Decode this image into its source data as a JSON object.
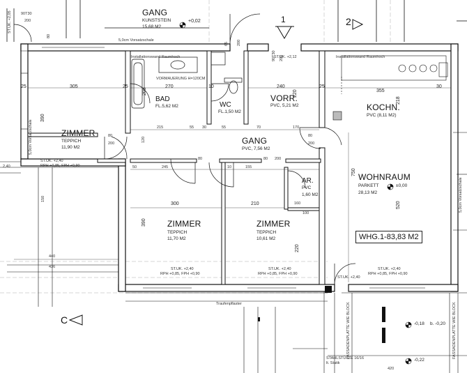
{
  "rooms": {
    "gang_top": {
      "name": "GANG",
      "material": "KUNSTSTEIN",
      "area": "15,68 M2"
    },
    "bad": {
      "name": "BAD",
      "area": "FL.5,62 M2"
    },
    "wc": {
      "name": "WC",
      "area": "FL.1,50 M2"
    },
    "vorr": {
      "name": "VORR.",
      "area": "PVC, 5,21 M2"
    },
    "koch": {
      "name": "KOCHN.",
      "area": "PVC (8,11 M2)"
    },
    "zimmer_left": {
      "name": "ZIMMER",
      "material": "TEPPICH",
      "area": "11,90 M2"
    },
    "gang_mid": {
      "name": "GANG",
      "area": "PVC, 7,56 M2"
    },
    "wohnraum": {
      "name": "WOHNRAUM",
      "material": "PARKETT",
      "area": "28,13 M2"
    },
    "ar": {
      "name": "AR.",
      "material": "PVC",
      "area": "1,60 M2"
    },
    "zimmer_mid": {
      "name": "ZIMMER",
      "material": "TEPPICH",
      "area": "11,70 M2"
    },
    "zimmer_right": {
      "name": "ZIMMER",
      "material": "TEPPICH",
      "area": "10,61 M2"
    }
  },
  "unit_area": "WHG.1-83,83 M2",
  "levels": {
    "top": "+0,02",
    "wohn": "±0,00",
    "right1": "-0,18",
    "right1b": "b. -0,20",
    "right2": "-0,22"
  },
  "markers": {
    "c": "C",
    "num1": "1",
    "num2": "2"
  },
  "notes": {
    "vorsatzschale_top": "5,0cm Vorsatzschale",
    "vorsatzschale_left": "5,0cm Vorsatzschale",
    "vorsatzschale_right": "5,0cm Vorsatzschale",
    "install_left": "Installationswand Raumhoch",
    "install_right": "Installationswand Raumhoch",
    "vormauerung": "VORMAUERUNG H=120CM",
    "traufenpflaster": "Traufenpflaster",
    "stahlstuetze": "STAHLSTÜTZE 16/16",
    "stahlstuetze2": "lt. Statik",
    "fassade1": "FASSADENPLATTE WIE BLOCK",
    "fassade2": "FASSADENPLATTE WIE BLOCK"
  },
  "sills": {
    "z_left": [
      "ST.UK. +2,40",
      "RPH +0,85, FPH +0,90"
    ],
    "z_mid": [
      "ST.UK. +2,40",
      "RPH +0,85, FPH +0,90"
    ],
    "z_right": [
      "ST.UK. +2,40",
      "RPH +0,85, FPH +0,90"
    ],
    "wohn": [
      "ST.UK. +2,40",
      "RPH +0,85, FPH +0,90"
    ],
    "wohn_door": "ST.UK. +2,40",
    "vorr": "ST.UK. +2,12",
    "top_left": "ST.UK. +2,05"
  },
  "dims": {
    "d305": "305",
    "d25a": "25",
    "d25b": "25",
    "d270": "270",
    "d10a": "10",
    "d240": "240",
    "d25c": "25",
    "d355": "355",
    "d30": "30",
    "d390a": "390",
    "d208": "208",
    "d220a": "220",
    "d218": "218",
    "d750": "750",
    "d520": "520",
    "d215": "215",
    "d55a": "55",
    "d30b": "30",
    "d55b": "55",
    "d70": "70",
    "d170": "170",
    "d80a": "80",
    "d200a": "200",
    "d80b": "80",
    "d200b": "200",
    "d120": "120",
    "d50": "50",
    "d245": "245",
    "d80c": "80",
    "d10b": "10",
    "d155": "155",
    "d80d": "80",
    "d200c": "200",
    "d300": "300",
    "d210": "210",
    "d160": "160",
    "d100": "100",
    "d390b": "390",
    "d220b": "220",
    "d440": "440",
    "d436": "436",
    "d420": "420",
    "d90t30": "90T30",
    "d200top": "200",
    "d80top": "80",
    "d200ap": "200",
    "d65": "65",
    "d80vor": "80",
    "d200vor": "200",
    "d240l": "2,40",
    "d150l": "150"
  }
}
